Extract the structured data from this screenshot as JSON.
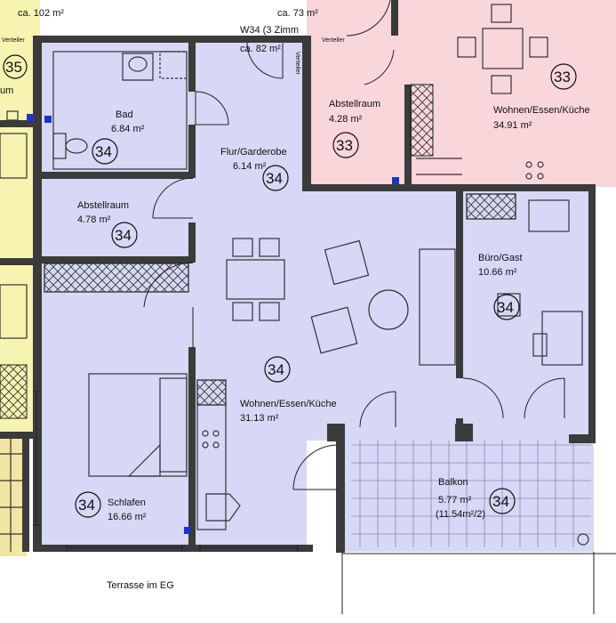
{
  "unit_top_left": {
    "area": "ca. 102 m²",
    "number": "35",
    "room": "um"
  },
  "unit_top_mid": {
    "area": "ca. 73 m²"
  },
  "unit_title": {
    "line1": "W34 (3 Zimm",
    "line2": "ca. 82 m²"
  },
  "small_labels": {
    "verteiler_left": "Verteiler",
    "verteiler_right": "Verteiler",
    "verteiler_mid": "Verteiler"
  },
  "rooms": {
    "bad": {
      "name": "Bad",
      "area": "6.84 m²",
      "number": "34"
    },
    "flur": {
      "name": "Flur/Garderobe",
      "area": "6.14 m²",
      "number": "34"
    },
    "abstell_34": {
      "name": "Abstellraum",
      "area": "4.78 m²",
      "number": "34"
    },
    "wohnen_34": {
      "name": "Wohnen/Essen/Küche",
      "area": "31.13 m²",
      "number": "34"
    },
    "schlafen": {
      "name": "Schlafen",
      "area": "16.66 m²",
      "number": "34"
    },
    "buero": {
      "name": "Büro/Gast",
      "area": "10.66 m²",
      "number": "34"
    },
    "balkon": {
      "name": "Balkon",
      "area": "5.77 m²",
      "area_half": "(11.54m²/2)",
      "number": "34"
    },
    "abstell_33": {
      "name": "Abstellraum",
      "area": "4.28 m²",
      "number": "33"
    },
    "wohnen_33": {
      "name": "Wohnen/Essen/Küche",
      "area": "34.91 m²",
      "number": "33"
    }
  },
  "terrasse": {
    "label": "Terrasse im EG"
  },
  "colors": {
    "unit34": "#d6d8f5",
    "unit33": "#f8d6da",
    "unit35": "#f7f3b0",
    "wall": "#3b3b3b",
    "balcony_tile": "#8a8ab8"
  }
}
